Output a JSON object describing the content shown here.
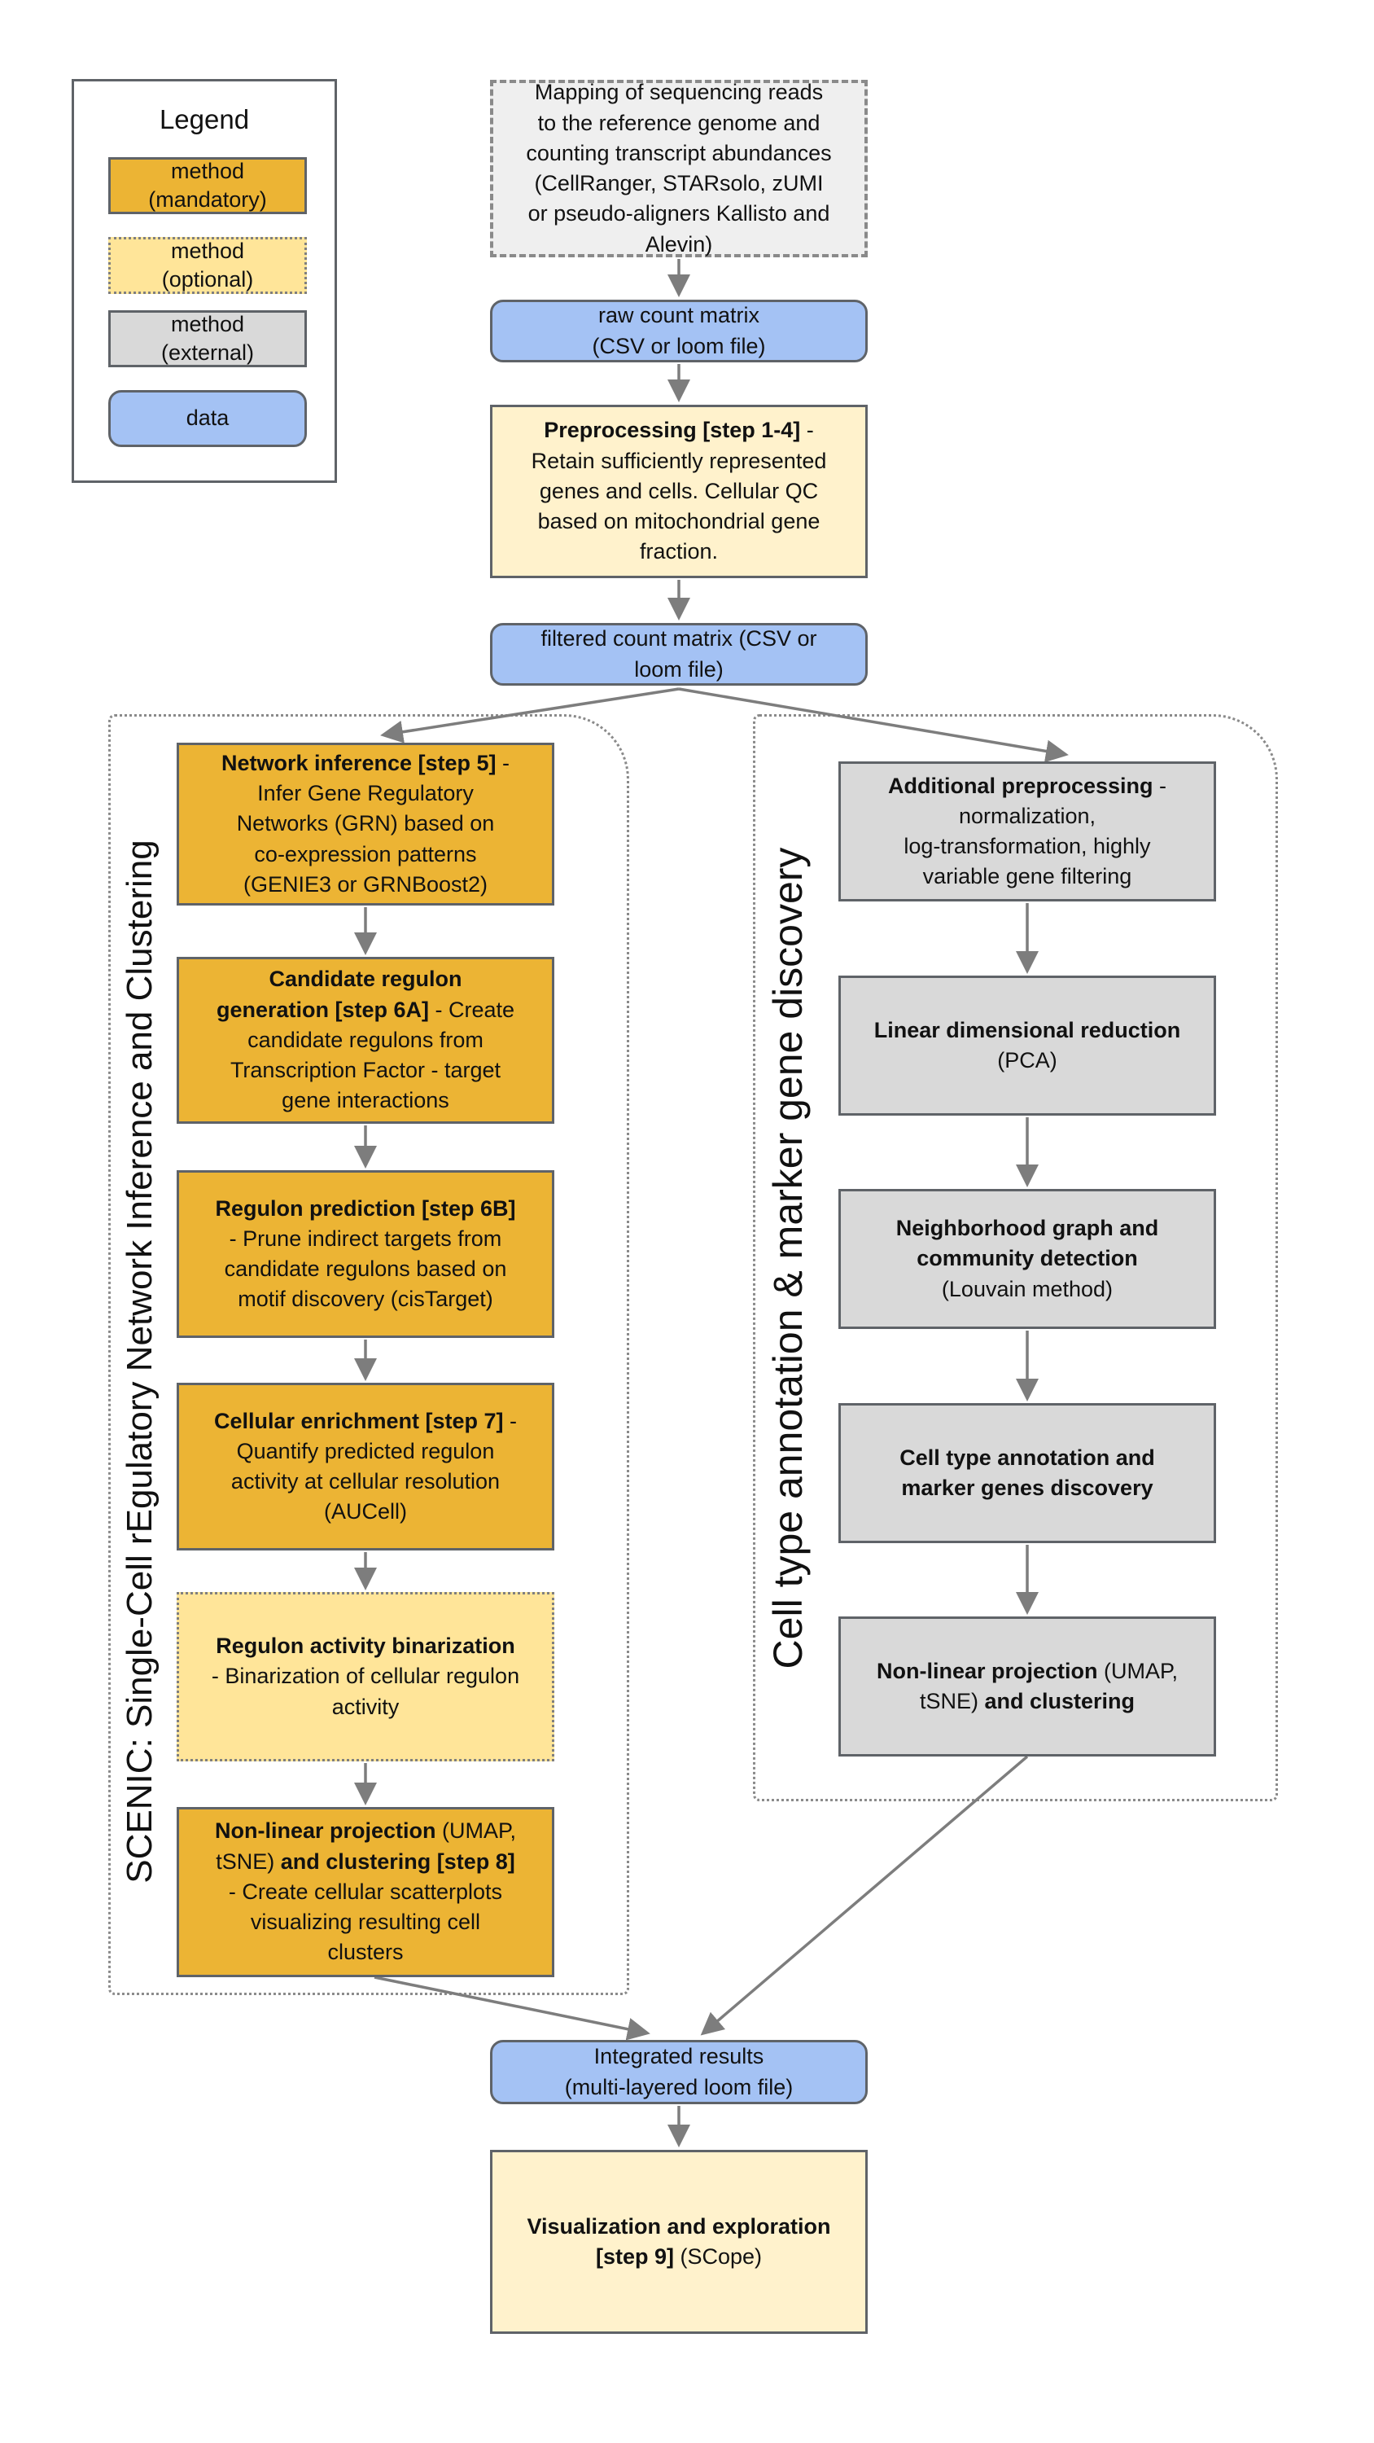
{
  "legend": {
    "title": "Legend",
    "items": [
      {
        "label": "method\n(mandatory)",
        "type": "mandatory"
      },
      {
        "label": "method\n(optional)",
        "type": "optional"
      },
      {
        "label": "method\n(external)",
        "type": "external"
      },
      {
        "label": "data",
        "type": "data"
      }
    ]
  },
  "flow": {
    "mapping": "Mapping of sequencing reads\nto the reference genome and\ncounting transcript abundances\n(CellRanger, STARsolo, zUMI\nor pseudo-aligners Kallisto and\nAlevin)",
    "raw_count": "raw count matrix\n(CSV or loom file)",
    "preprocessing": {
      "segments": [
        {
          "text": "Preprocessing [step 1-4]",
          "bold": true
        },
        {
          "text": " -\nRetain sufficiently represented\ngenes and cells. Cellular QC\nbased on mitochondrial gene\nfraction.",
          "bold": false
        }
      ]
    },
    "filtered_count": "filtered count matrix (CSV or\nloom file)",
    "integrated": "Integrated results\n(multi-layered loom file)",
    "visualization": {
      "segments": [
        {
          "text": "Visualization and exploration\n[step 9] ",
          "bold": true
        },
        {
          "text": "(SCope)",
          "bold": false
        }
      ]
    }
  },
  "left_branch": {
    "label": "SCENIC: Single-Cell rEgulatory Network Inference and Clustering",
    "steps": [
      {
        "segments": [
          {
            "text": "Network inference [step 5]",
            "bold": true
          },
          {
            "text": " -\nInfer Gene Regulatory\nNetworks (GRN) based on\nco-expression patterns\n(GENIE3 or GRNBoost2)",
            "bold": false
          }
        ]
      },
      {
        "segments": [
          {
            "text": "Candidate regulon\ngeneration  [step 6A]",
            "bold": true
          },
          {
            "text": " - Create\ncandidate regulons from\nTranscription Factor - target\ngene interactions",
            "bold": false
          }
        ]
      },
      {
        "segments": [
          {
            "text": "Regulon prediction [step 6B]",
            "bold": true
          },
          {
            "text": "\n- Prune indirect targets from\ncandidate regulons based on\nmotif discovery (cisTarget)",
            "bold": false
          }
        ]
      },
      {
        "segments": [
          {
            "text": "Cellular enrichment [step 7]",
            "bold": true
          },
          {
            "text": " -\nQuantify predicted regulon\nactivity at cellular resolution\n(AUCell)",
            "bold": false
          }
        ]
      },
      {
        "segments": [
          {
            "text": "Regulon activity binarization",
            "bold": true
          },
          {
            "text": "\n- Binarization of cellular regulon\nactivity",
            "bold": false
          }
        ]
      },
      {
        "segments": [
          {
            "text": "Non-linear projection ",
            "bold": true
          },
          {
            "text": "(UMAP,\ntSNE) ",
            "bold": false
          },
          {
            "text": "and clustering [step 8]",
            "bold": true
          },
          {
            "text": "\n- Create cellular scatterplots\nvisualizing resulting cell\nclusters",
            "bold": false
          }
        ]
      }
    ]
  },
  "right_branch": {
    "label": "Cell type annotation & marker gene discovery",
    "steps": [
      {
        "segments": [
          {
            "text": "Additional preprocessing",
            "bold": true
          },
          {
            "text": " -\nnormalization,\nlog-transformation, highly\nvariable gene filtering",
            "bold": false
          }
        ]
      },
      {
        "segments": [
          {
            "text": "Linear dimensional reduction",
            "bold": true
          },
          {
            "text": "\n(PCA)",
            "bold": false
          }
        ]
      },
      {
        "segments": [
          {
            "text": "Neighborhood graph and\ncommunity detection",
            "bold": true
          },
          {
            "text": "\n(Louvain method)",
            "bold": false
          }
        ]
      },
      {
        "segments": [
          {
            "text": "Cell type annotation and\nmarker genes discovery",
            "bold": true
          }
        ]
      },
      {
        "segments": [
          {
            "text": "Non-linear projection ",
            "bold": true
          },
          {
            "text": "(UMAP,\ntSNE) ",
            "bold": false
          },
          {
            "text": "and clustering",
            "bold": true
          }
        ]
      }
    ]
  },
  "colors": {
    "method_mandatory": "#ecb434",
    "method_optional": "#ffe599",
    "method_external_fill": "#d9d9d9",
    "external_process_fill": "#efefef",
    "optional_light_fill": "#fff2cc",
    "data_fill": "#a4c2f4",
    "box_border": "#5f6368",
    "dotted_border": "#8a8a8a",
    "arrow": "#7d7d7d",
    "text": "#111111",
    "background": "#ffffff"
  }
}
